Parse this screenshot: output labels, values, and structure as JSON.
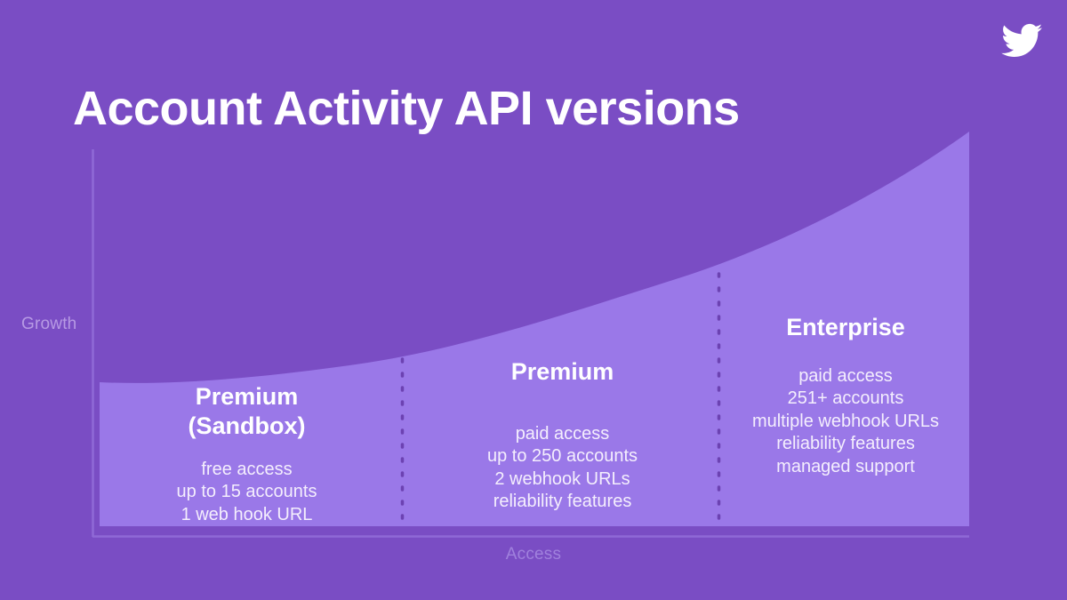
{
  "slide": {
    "title": "Account Activity API versions",
    "background_color": "#7a4dc4",
    "logo": "twitter-bird-icon"
  },
  "chart": {
    "y_axis_label": "Growth",
    "x_axis_label": "Access",
    "curve_fill_color": "#9a78e8",
    "axis_line_color": "#8f6ad6",
    "divider_color": "#6c42b2"
  },
  "tiers": [
    {
      "id": "sandbox",
      "title": "Premium\n(Sandbox)",
      "features": [
        "free access",
        "up to 15 accounts",
        "1 web hook URL"
      ]
    },
    {
      "id": "premium",
      "title": "Premium",
      "features": [
        "paid access",
        "up to 250 accounts",
        "2 webhook URLs",
        "reliability features"
      ]
    },
    {
      "id": "enterprise",
      "title": "Enterprise",
      "features": [
        "paid access",
        "251+ accounts",
        "multiple webhook URLs",
        "reliability features",
        "managed support"
      ]
    }
  ],
  "chart_data": {
    "type": "area",
    "title": "Account Activity API versions",
    "xlabel": "Access",
    "ylabel": "Growth",
    "grid": false,
    "legend": null,
    "categories": [
      "Premium (Sandbox)",
      "Premium",
      "Enterprise"
    ],
    "x": [
      0,
      15,
      30,
      45,
      60,
      75,
      90,
      100
    ],
    "values": [
      18,
      17,
      20,
      26,
      36,
      50,
      70,
      92
    ],
    "ylim": [
      0,
      100
    ],
    "xlim": [
      0,
      100
    ],
    "annotations": [
      {
        "label": "Premium (Sandbox)",
        "x_range": [
          0,
          35
        ]
      },
      {
        "label": "Premium",
        "x_range": [
          35,
          71
        ]
      },
      {
        "label": "Enterprise",
        "x_range": [
          71,
          100
        ]
      }
    ]
  }
}
